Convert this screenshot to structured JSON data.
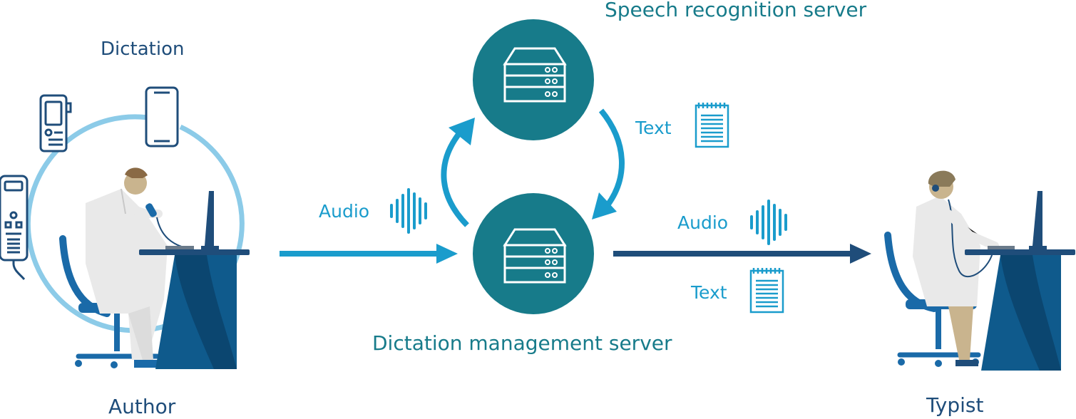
{
  "labels": {
    "dictation": "Dictation",
    "author": "Author",
    "typist": "Typist",
    "speech_server": "Speech recognition server",
    "dm_server": "Dictation management server",
    "audio_in": "Audio",
    "audio_out": "Audio",
    "text_sr": "Text",
    "text_out": "Text"
  },
  "colors": {
    "dark_blue": "#1f4d7a",
    "teal": "#177b8a",
    "cyan": "#1a9ccc",
    "ring": "#8ccbe8",
    "desk": "#0f5a8c",
    "desk_dark": "#0b4670",
    "coat": "#e9e9e9",
    "skin": "#c9b48e",
    "hair_author": "#8a6a45",
    "hair_typist": "#8a7a5a",
    "chair": "#1a6aa8"
  },
  "icons": {
    "server": "server-rack-icon",
    "document": "document-lines-icon",
    "waveform": "audio-waveform-icon",
    "smartphone": "smartphone-icon",
    "voice_recorder": "voice-recorder-icon",
    "dictaphone": "dictaphone-icon"
  }
}
